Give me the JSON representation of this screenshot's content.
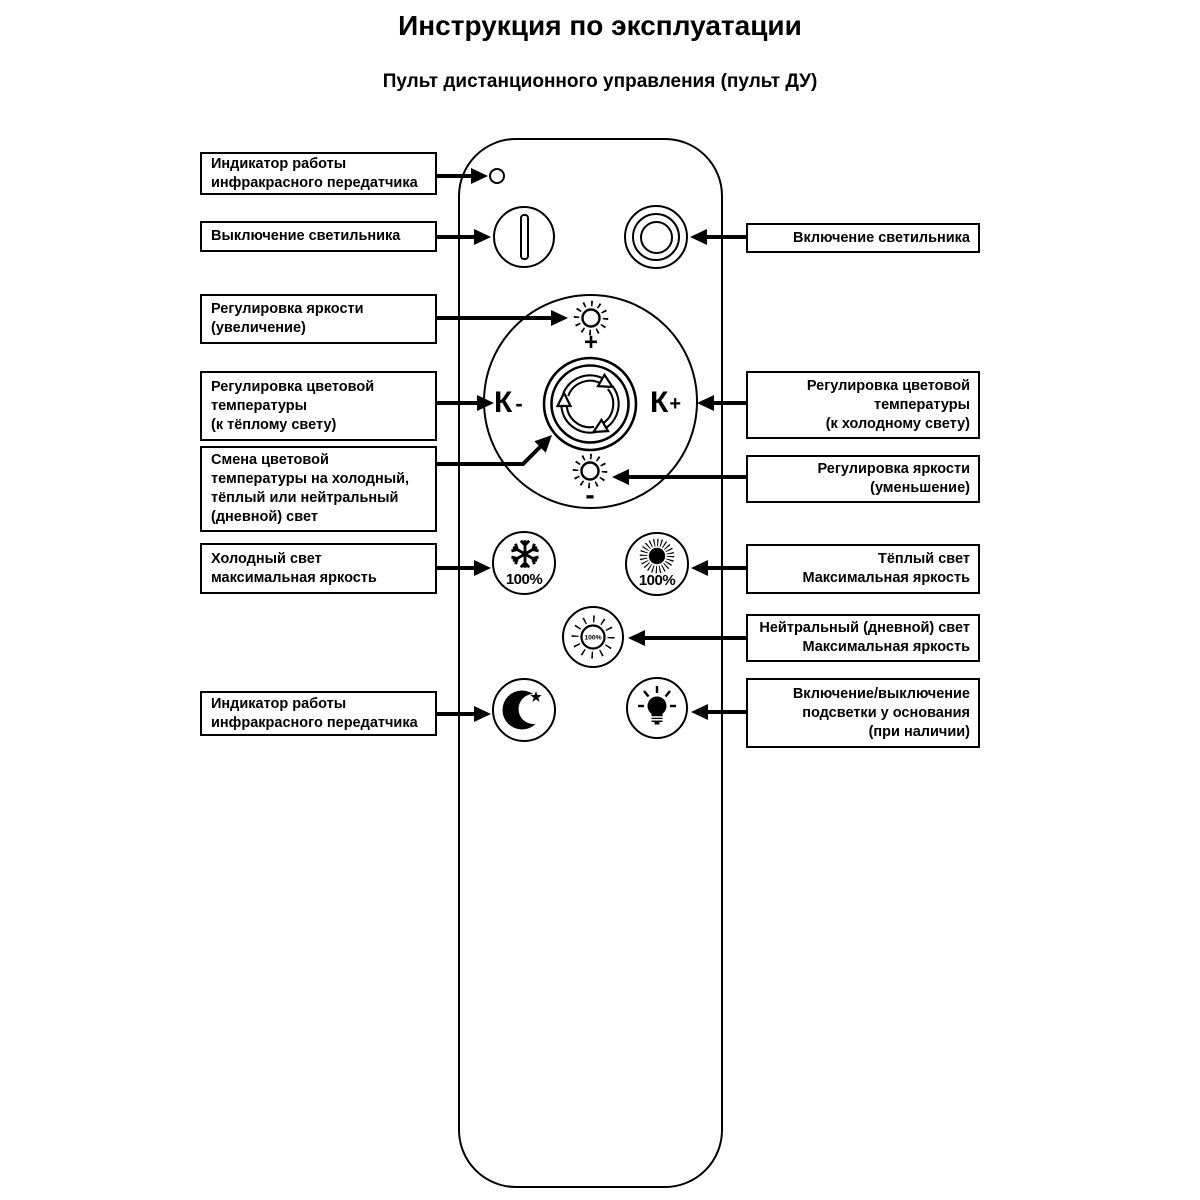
{
  "page": {
    "title": "Инструкция по эксплуатации",
    "subtitle": "Пульт дистанционного управления (пульт ДУ)",
    "ink_color": "#000000",
    "background_color": "#ffffff"
  },
  "callouts": {
    "left": {
      "ir_indicator_top": "Индикатор работы\nинфракрасного передатчика",
      "power_off": "Выключение светильника",
      "brightness_up": "Регулировка яркости\n(увеличение)",
      "color_temp_warm": "Регулировка цветовой\nтемпературы\n(к тёплому свету)",
      "color_temp_cycle": "Смена цветовой\nтемпературы на холодный,\nтёплый или нейтральный\n(дневной) свет",
      "cold_max_brightness": "Холодный свет\nмаксимальная яркость",
      "ir_indicator_bottom": "Индикатор работы\nинфракрасного передатчика"
    },
    "right": {
      "power_on": "Включение светильника",
      "color_temp_cold": "Регулировка цветовой\nтемпературы\n(к холодному свету)",
      "brightness_down": "Регулировка яркости\n(уменьшение)",
      "warm_max_brightness": "Тёплый свет\nМаксимальная яркость",
      "neutral_max_brightness": "Нейтральный (дневной) свет\nМаксимальная яркость",
      "base_backlight": "Включение/выключение\nподсветки у основания\n(при наличии)"
    }
  },
  "remote": {
    "dial": {
      "k_warm_letter": "К",
      "k_warm_sign": "-",
      "k_cold_letter": "К",
      "k_cold_sign": "+",
      "brightness_up_sign": "+",
      "brightness_down_sign": "-"
    },
    "buttons": {
      "cold_percent": "100%",
      "warm_percent": "100%",
      "neutral_percent": "100%"
    },
    "icons": {
      "ir_indicator": "small-circle-led",
      "power_off": "circle-with-bar",
      "power_on": "concentric-circles",
      "brightness_up": "sun-outline-icon",
      "color_cycle": "cycle-arrows-icon",
      "brightness_down": "sun-outline-icon",
      "cold": "snowflake-icon",
      "warm": "sun-filled-icon",
      "neutral": "sun-outline-percent-icon",
      "night": "moon-star-icon",
      "backlight": "bulb-icon"
    }
  }
}
